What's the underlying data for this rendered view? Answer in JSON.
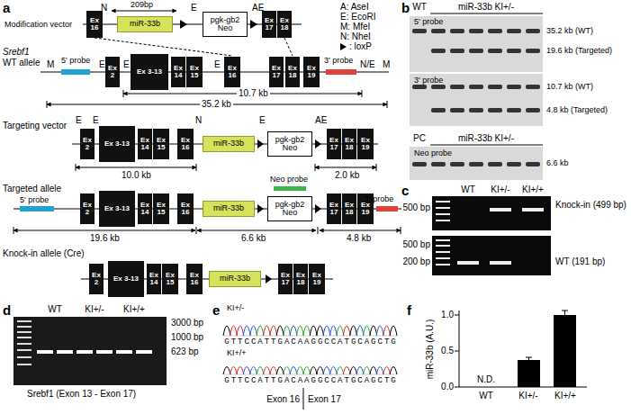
{
  "diagram": {
    "nodes": [
      {
        "text": [
          "Ex 16"
        ]
      },
      {
        "text": [
          "miR-33b"
        ]
      },
      {
        "text": [
          "pgk-gb2 Neo"
        ]
      },
      {
        "text": [
          "Ex 17"
        ]
      },
      {
        "text": [
          "Ex 18"
        ]
      },
      {
        "text": [
          "Ex 2"
        ]
      },
      {
        "text": [
          "Ex 3-13"
        ]
      },
      {
        "text": [
          "Ex 14"
        ]
      },
      {
        "text": [
          "Ex 15"
        ]
      },
      {
        "text": [
          "Ex 16"
        ]
      },
      {
        "text": [
          "Ex 17"
        ]
      },
      {
        "text": [
          "Ex 18"
        ]
      },
      {
        "text": [
          "Ex 19"
        ]
      },
      {
        "text": [
          "Ex 2"
        ]
      },
      {
        "text": [
          "Ex 3-13"
        ]
      },
      {
        "text": [
          "Ex 14"
        ]
      },
      {
        "text": [
          "Ex 15"
        ]
      },
      {
        "text": [
          "Ex 16"
        ]
      },
      {
        "text": [
          "miR-33b"
        ]
      },
      {
        "text": [
          "pgk-gb2 Neo"
        ]
      },
      {
        "text": [
          "Ex 17"
        ]
      },
      {
        "text": [
          "Ex 18"
        ]
      },
      {
        "text": [
          "Ex 19"
        ]
      },
      {
        "text": [
          "Ex 2"
        ]
      },
      {
        "text": [
          "Ex 3-13"
        ]
      },
      {
        "text": [
          "Ex 14"
        ]
      },
      {
        "text": [
          "Ex 15"
        ]
      },
      {
        "text": [
          "Ex 16"
        ]
      },
      {
        "text": [
          "miR-33b"
        ]
      },
      {
        "text": [
          "pgk-gb2 Neo"
        ]
      },
      {
        "text": [
          "Ex 17"
        ]
      },
      {
        "text": [
          "Ex 18"
        ]
      },
      {
        "text": [
          "Ex 19"
        ]
      },
      {
        "text": [
          "Ex 2"
        ]
      },
      {
        "text": [
          "Ex 3-13"
        ]
      },
      {
        "text": [
          "Ex 14"
        ]
      },
      {
        "text": [
          "Ex 15"
        ]
      },
      {
        "text": [
          "Ex 16"
        ]
      },
      {
        "text": [
          "miR-33b"
        ]
      },
      {
        "text": [
          "Ex 17"
        ]
      },
      {
        "text": [
          "Ex 18"
        ]
      },
      {
        "text": [
          "Ex 19"
        ]
      }
    ],
    "labels": [
      "a",
      "209bp",
      "N",
      "E",
      "AE",
      "A: AseI",
      "E: EcoRI",
      "M: MfeI",
      "N: NheI",
      ": loxP",
      "Modification vector",
      "Srebf1",
      "WT allele",
      "M",
      "5' probe",
      "E",
      "E",
      "E",
      "3' probe",
      "N/E",
      "M",
      "10.7 kb",
      "35.2 kb",
      "Targeting vector",
      "E",
      "E",
      "N",
      "E",
      "AE",
      "10.0 kb",
      "2.0 kb",
      "Targeted allele",
      "5' probe",
      "Neo probe",
      "3' probe",
      "19.6 kb",
      "6.6 kb",
      "4.8 kb",
      "Knock-in allele (Cre)",
      "b",
      "WT",
      "miR-33b KI+/-",
      "5' probe",
      "35.2 kb (WT)",
      "19.6 kb (Targeted)",
      "3' probe",
      "10.7 kb (WT)",
      "4.8 kb (Targeted)",
      "PC",
      "miR-33b KI+/-",
      "Neo probe",
      "6.6 kb",
      "c",
      "WT",
      "KI+/-",
      "KI+/+",
      "500 bp",
      "Knock-in (499 bp)",
      "500 bp",
      "200 bp",
      "WT (191 bp)",
      "d",
      "WT",
      "KI+/-",
      "KI+/+",
      "3000 bp",
      "1000 bp",
      "623 bp",
      "Srebf1 (Exon 13 - Exon 17)",
      "e",
      "KI+/-",
      "GTTCCATTGACAAGGCCATGCAGCTG",
      "KI+/+",
      "GTTCCATTGACAAGGCCATGCAGCTG",
      "Exon 16",
      "Exon 17",
      "f",
      "miR-33b (A.U.)",
      "1.0",
      "0.5",
      "0.0",
      "N.D.",
      "WT",
      "KI+/-",
      "KI+/+"
    ]
  }
}
